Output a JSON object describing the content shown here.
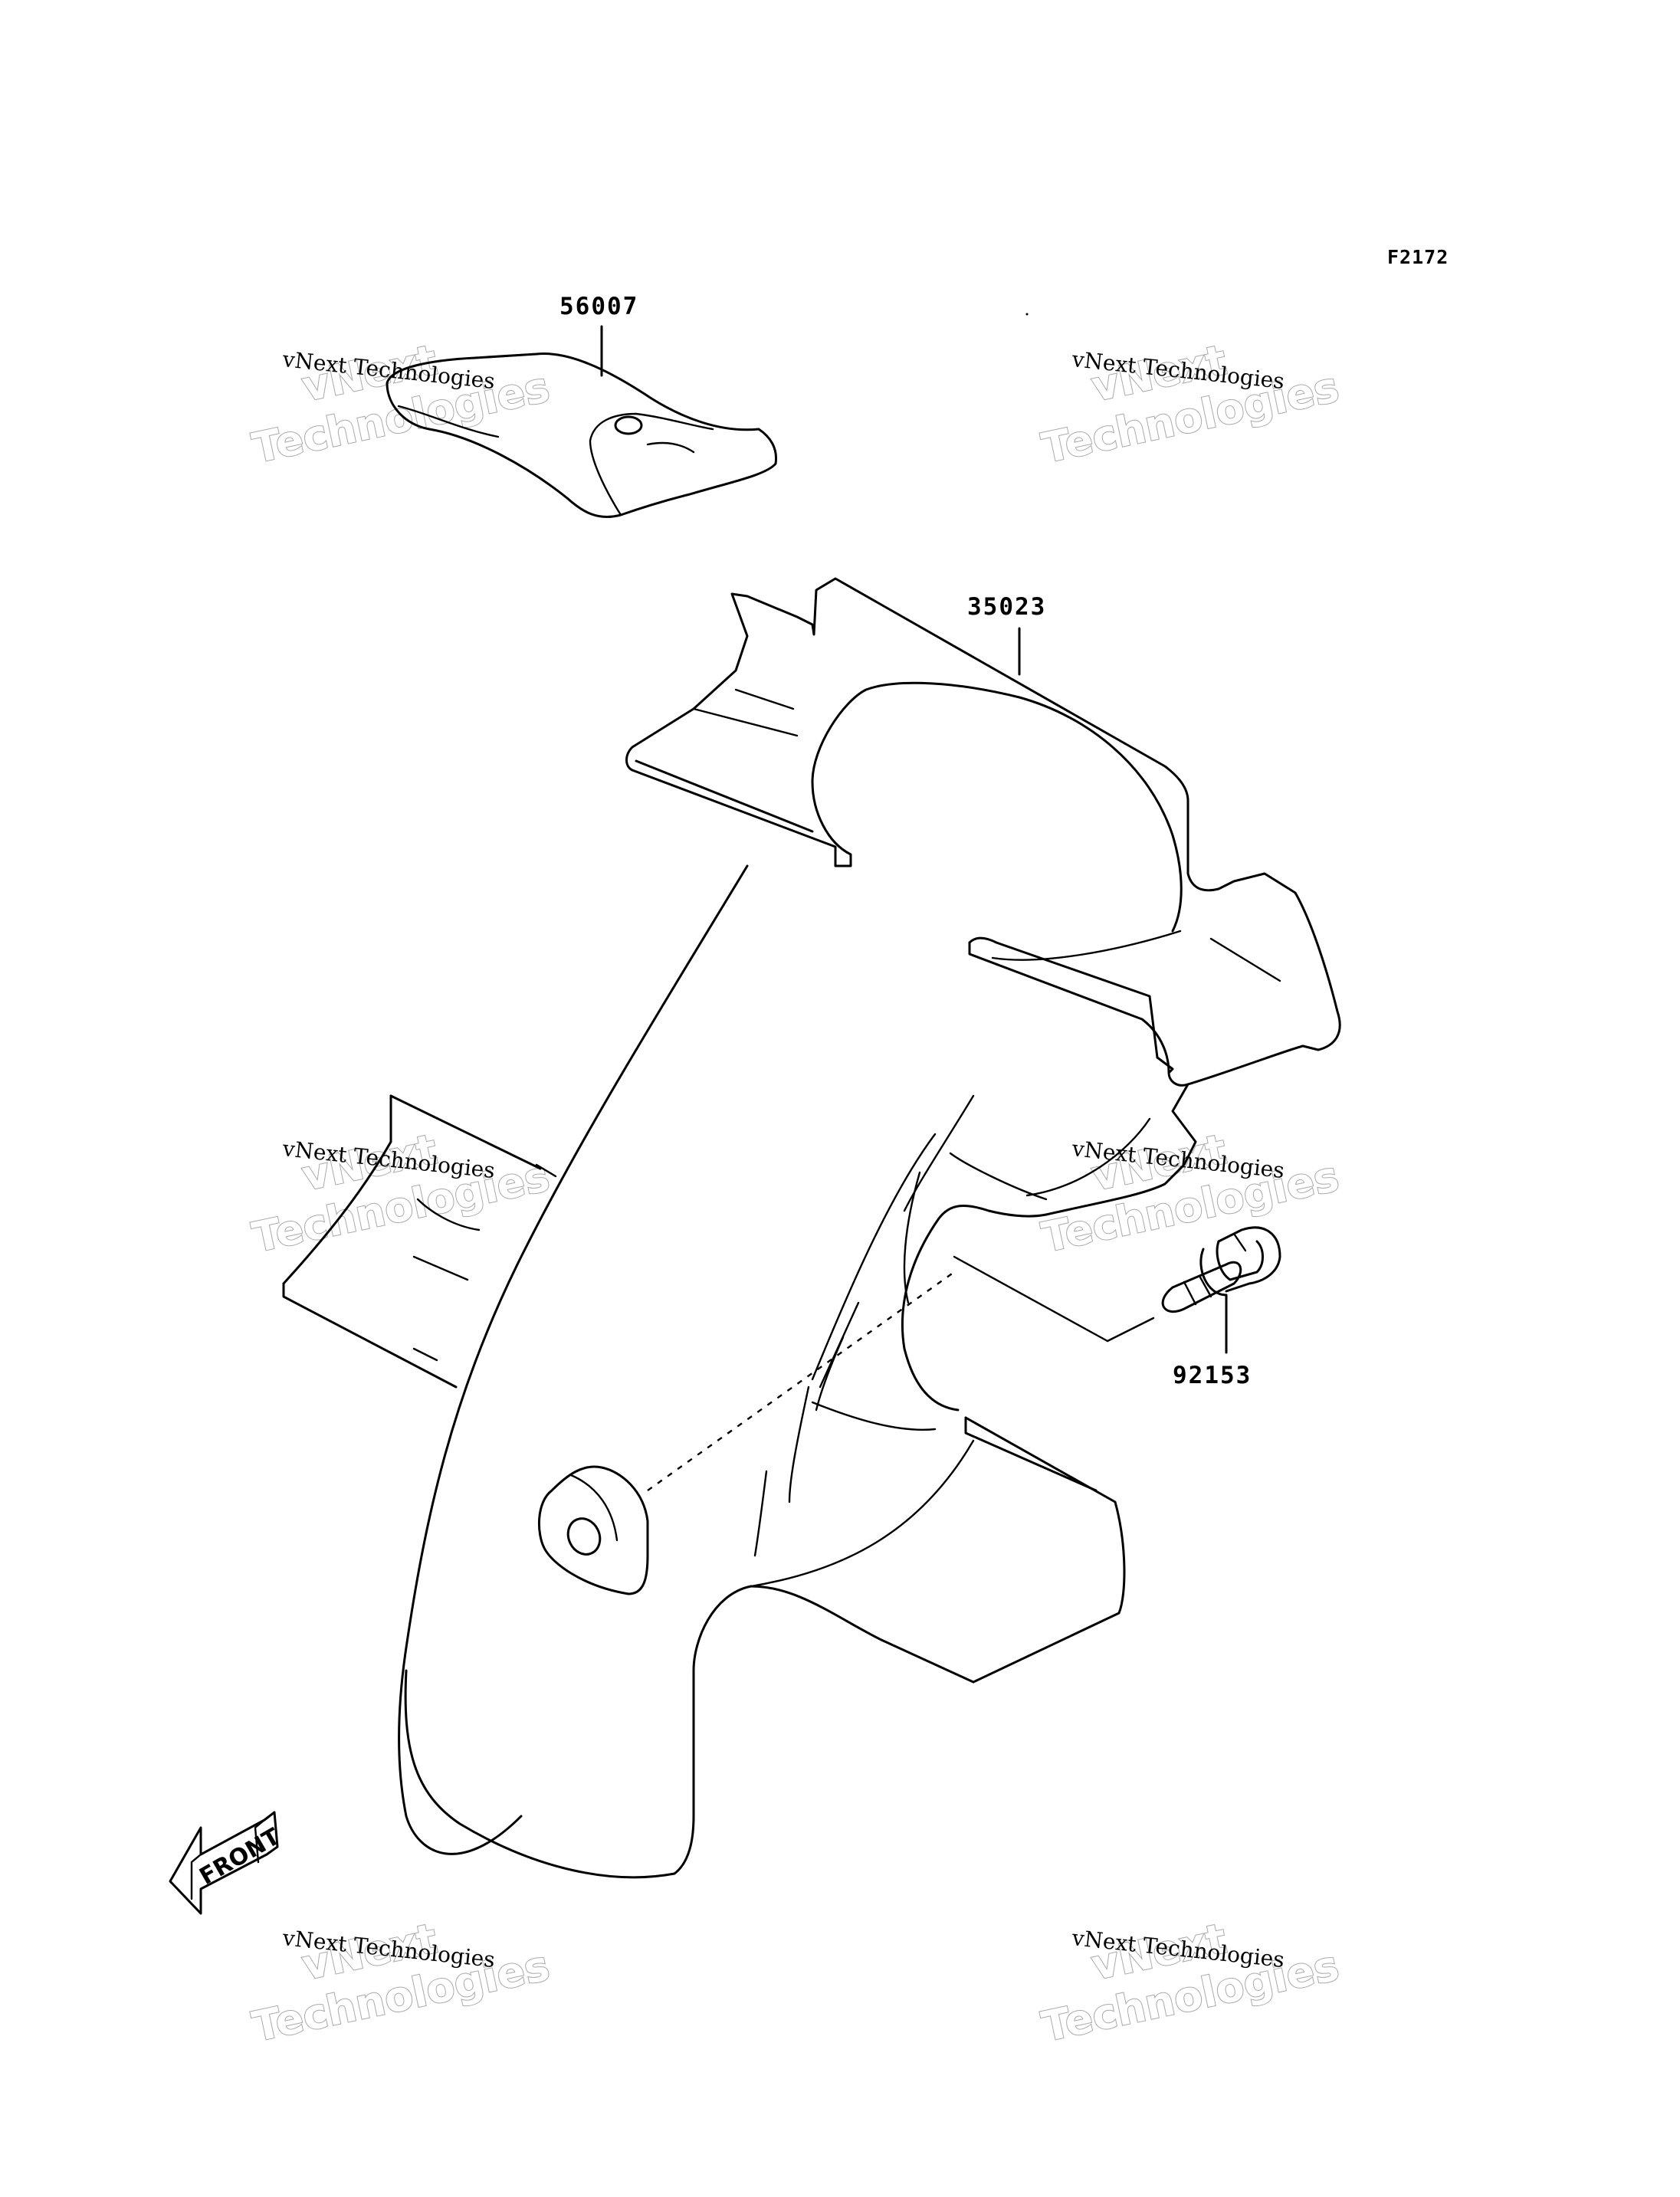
{
  "figure_code": "F2172",
  "parts": [
    {
      "number": "56007"
    },
    {
      "number": "35023"
    },
    {
      "number": "92153"
    }
  ],
  "front_label": "FRONT",
  "watermark": {
    "line_small": "vNext Technologies",
    "big_line1": "vNext",
    "big_line2": "Technologies"
  }
}
